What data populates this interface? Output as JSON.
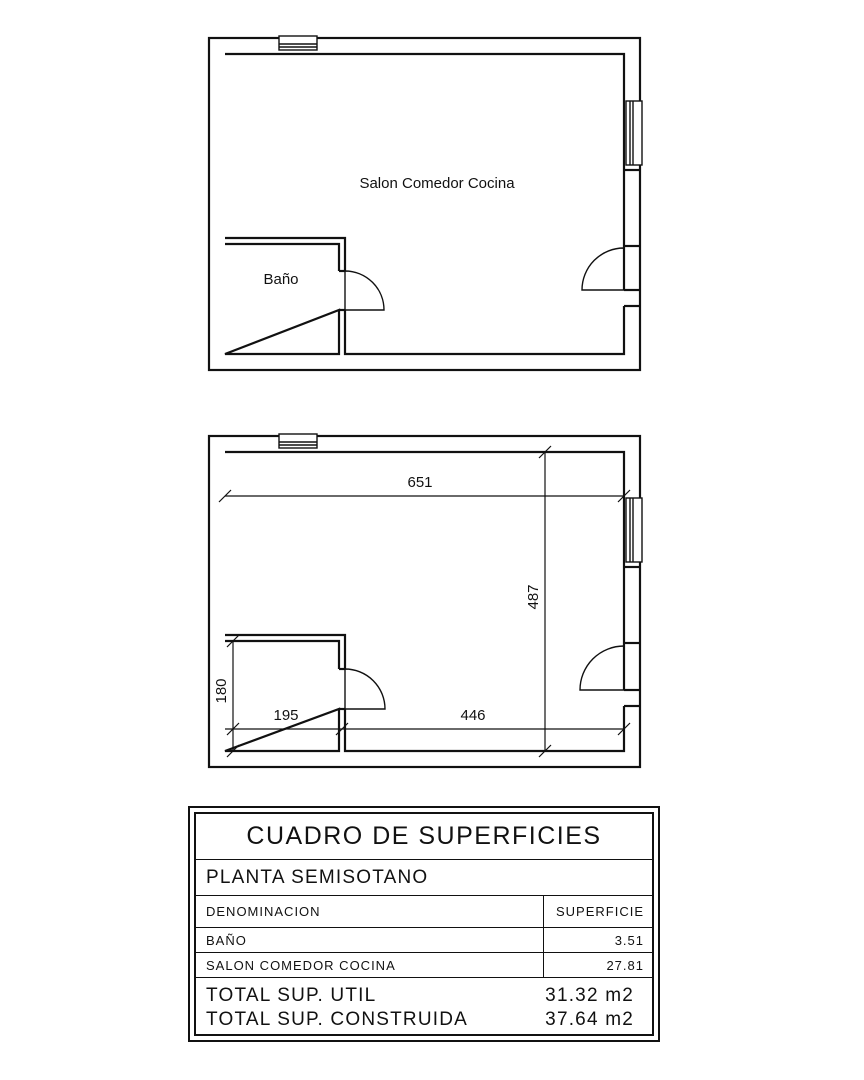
{
  "plan_top": {
    "rooms": [
      {
        "name": "Salon Comedor Cocina"
      },
      {
        "name": "Baño"
      }
    ]
  },
  "plan_bottom": {
    "dimensions": {
      "total_width": "651",
      "total_depth": "487",
      "bath_depth": "180",
      "bath_width": "195",
      "living_width": "446"
    }
  },
  "area_table": {
    "title": "CUADRO DE SUPERFICIES",
    "floor": "PLANTA SEMISOTANO",
    "header": {
      "name": "DENOMINACION",
      "area": "SUPERFICIE"
    },
    "rows": [
      {
        "name": "BAÑO",
        "area": "3.51"
      },
      {
        "name": "SALON COMEDOR COCINA",
        "area": "27.81"
      }
    ],
    "totals": [
      {
        "label": "TOTAL SUP. UTIL",
        "value": "31.32 m2"
      },
      {
        "label": "TOTAL SUP. CONSTRUIDA",
        "value": "37.64 m2"
      }
    ]
  }
}
